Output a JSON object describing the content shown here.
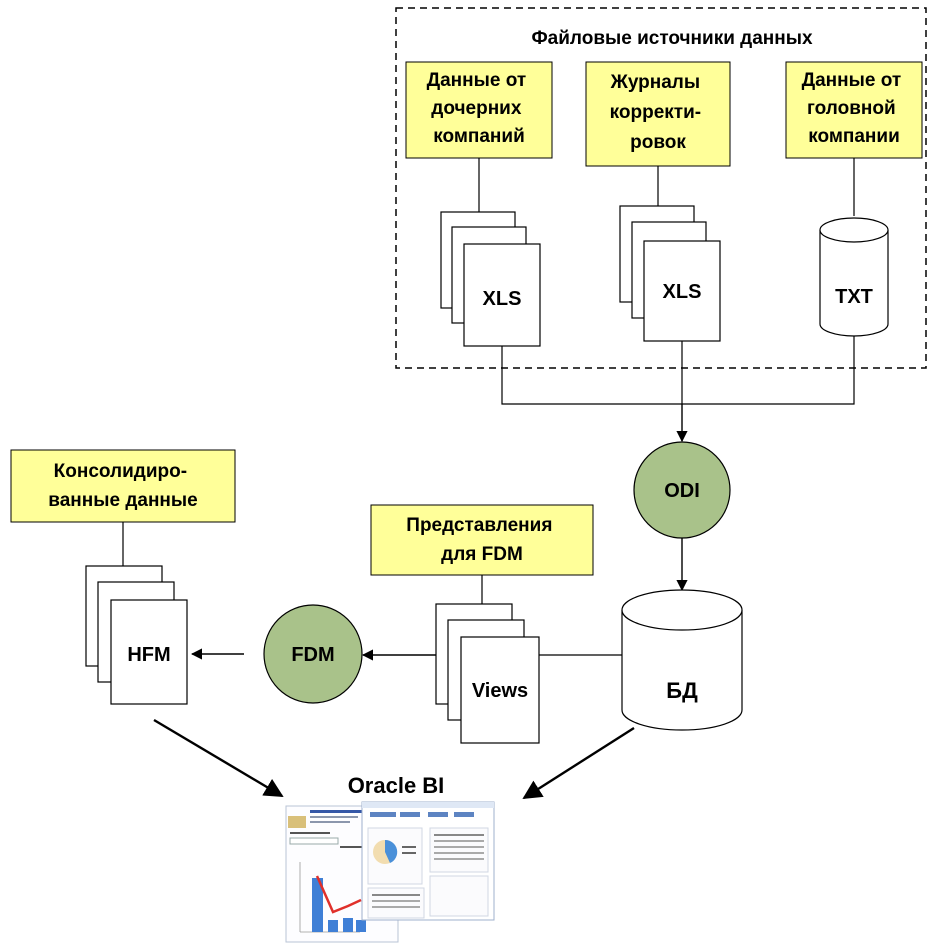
{
  "group": {
    "title": "Файловые источники данных"
  },
  "sources": {
    "subsidiaries": {
      "lines": [
        "Данные от",
        "дочерних",
        "компаний"
      ],
      "doc": "XLS"
    },
    "journals": {
      "lines": [
        "Журналы",
        "корректи-",
        "ровок"
      ],
      "doc": "XLS"
    },
    "head": {
      "lines": [
        "Данные от",
        "головной",
        "компании"
      ],
      "doc": "TXT"
    }
  },
  "nodes": {
    "odi": "ODI",
    "db": "БД",
    "fdm": "FDM",
    "hfm": "HFM",
    "views": "Views"
  },
  "notes": {
    "fdm_views": {
      "lines": [
        "Представления",
        "для FDM"
      ]
    },
    "consolidated": {
      "lines": [
        "Консолидиро-",
        "ванные данные"
      ]
    }
  },
  "output": {
    "title": "Oracle BI"
  },
  "colors": {
    "note_fill": "#ffff99",
    "circle_fill": "#a9c28a",
    "bar": "#3f7fd6",
    "line": "#e0302b",
    "pie_a": "#4a90d9",
    "pie_b": "#f2ddb0"
  }
}
